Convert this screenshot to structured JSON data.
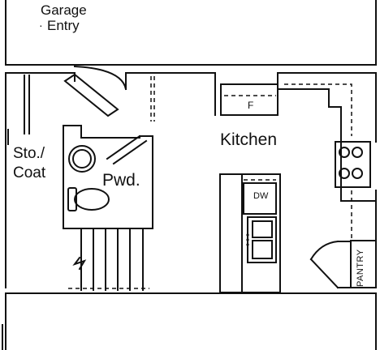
{
  "labels": {
    "garage": "Garage",
    "entry": "Entry",
    "entry_bullet": "·",
    "storage": "Sto./",
    "coat": "Coat",
    "powder": "Pwd.",
    "kitchen": "Kitchen",
    "fridge": "F",
    "dishwasher": "DW",
    "pantry": "PANTRY"
  },
  "colors": {
    "wall": "#111111",
    "background": "#ffffff"
  }
}
